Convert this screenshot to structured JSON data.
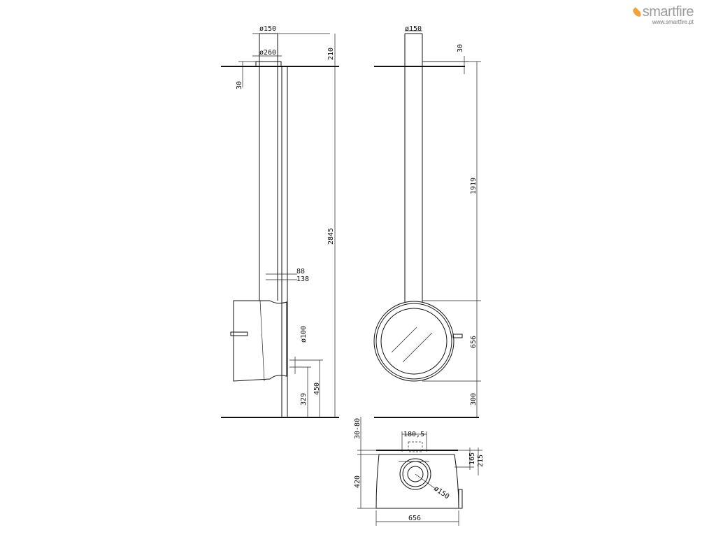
{
  "brand": {
    "name": "smartfire",
    "url": "www.smartfire.pt",
    "accent_color": "#f2a23a"
  },
  "side_view": {
    "d_flue_top": "ø150",
    "d_collar": "ø260",
    "dim_210": "210",
    "dim_30": "30",
    "dim_2845": "2845",
    "dim_88": "88",
    "dim_138": "138",
    "d_air_inlet": "ø100",
    "dim_329": "329",
    "dim_450": "450"
  },
  "front_view": {
    "d_flue_top": "ø150",
    "dim_30": "30",
    "dim_1919": "1919",
    "dim_656": "656",
    "dim_300": "300"
  },
  "top_view": {
    "dim_30_80": "30-80",
    "dim_180_5": "180,5",
    "dim_165": "165",
    "dim_215": "215",
    "dim_420": "420",
    "d_flue": "ø150",
    "dim_656": "656"
  }
}
